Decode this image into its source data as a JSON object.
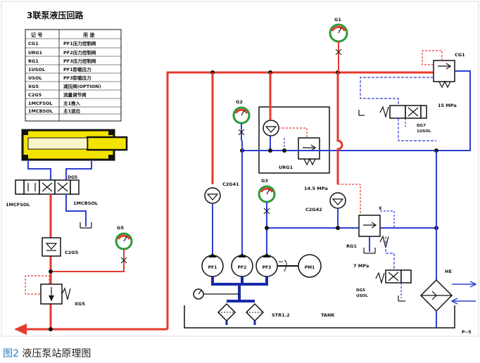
{
  "title": "3联泵液压回路",
  "legend": {
    "headers": [
      "记 号",
      "用 途"
    ],
    "rows": [
      [
        "CG1",
        "PF1压力控制阀"
      ],
      [
        "URG1",
        "PF2压力控制阀"
      ],
      [
        "RG1",
        "PF3压力控制阀"
      ],
      [
        "1USOL",
        "PF1卸载压力"
      ],
      [
        "USOL",
        "PF3卸载压力"
      ],
      [
        "XG5",
        "减压阀(OPTION)"
      ],
      [
        "C2G5",
        "流量调节阀"
      ],
      [
        "1MCFSOL",
        "主1推入"
      ],
      [
        "1MCBSOL",
        "主1退出"
      ]
    ]
  },
  "labels": {
    "g1": "G1",
    "g2": "G2",
    "g3": "G3",
    "g5": "G5",
    "cg1": "CG1",
    "cg1_pressure": "15 MPa",
    "dg7": "DG7",
    "usol1": "1USOL",
    "urg1": "URG1",
    "urg1_pressure": "14.5 MPa",
    "c2g41": "C2G41",
    "c2g42": "C2G42",
    "rg1": "RG1",
    "rg1_pressure": "7 MPa",
    "dg5_right": "DG5",
    "usol": "USOL",
    "he": "HE",
    "pf1": "PF1",
    "pf2": "PF2",
    "pf3": "PF3",
    "pm1": "PM1",
    "str": "STR1.2",
    "tank": "TANK",
    "dg5_left": "DG5",
    "mcfsol": "1MCFSOL",
    "mcbsol": "1MCBSOL",
    "c2g5": "C2G5",
    "xg5": "XG5",
    "page": "P--5"
  },
  "caption": {
    "number": "图2",
    "text": " 液压泵站原理图"
  },
  "colors": {
    "red": "#e53a2e",
    "blue": "#2f3fd0",
    "dark_blue": "#1a2aa8",
    "yellow": "#f2e300",
    "black": "#111111"
  }
}
